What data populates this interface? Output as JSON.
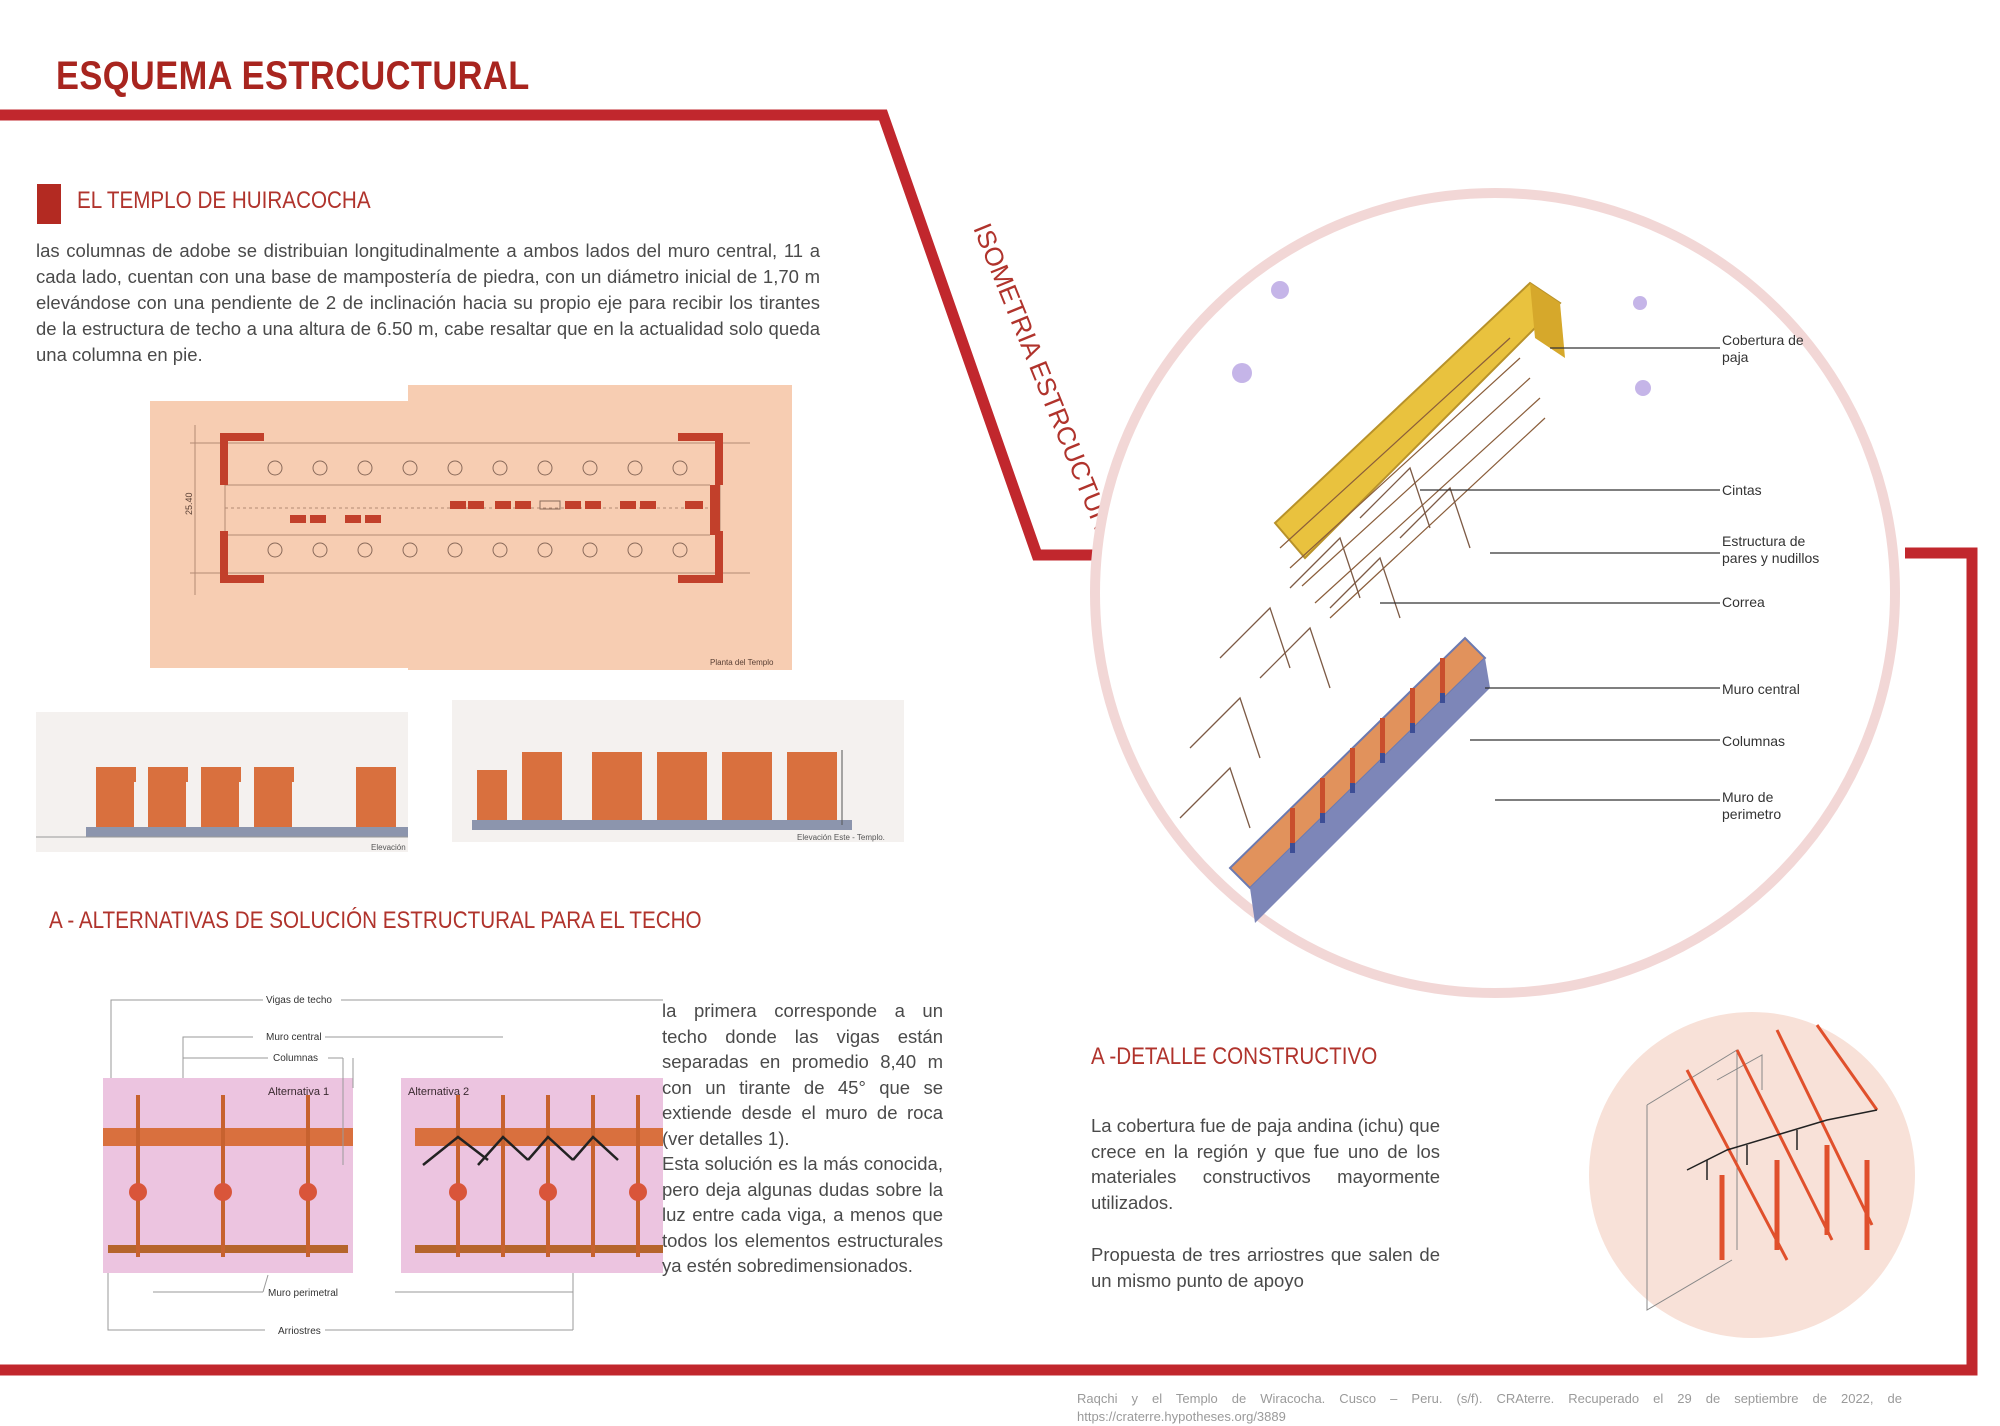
{
  "title": "ESQUEMA ESTRCUCTURAL",
  "colors": {
    "accent": "#c1272d",
    "circle_ring": "#f2d7d6",
    "text": "#4a4a4a",
    "heading": "#b0332c"
  },
  "isometry": {
    "vertical_label": "ISOMETRIA ESTRCUCTURAL",
    "labels": [
      "Cobertura de paja",
      "Cintas",
      "Estructura de pares y nudillos",
      "Correa",
      "Muro central",
      "Columnas",
      "Muro de perimetro"
    ]
  },
  "templo": {
    "title": "EL TEMPLO DE HUIRACOCHA",
    "text": "las columnas de adobe se distribuian longitudinalmente a ambos lados del muro central, 11 a cada lado, cuentan con una base de mampostería de piedra, con un diámetro inicial de 1,70 m elevándose con una pendiente de 2  de inclinación hacia su propio eje para recibir los tirantes de la estructura de techo a una altura de 6.50 m, cabe resaltar que en la actualidad solo queda una columna en pie.",
    "plan_caption": "Planta del Templo",
    "plan_dimension": "25.40",
    "elev_west_caption": "Elevación Oeste - Templo.",
    "elev_east_caption": "Elevación Este - Templo."
  },
  "alternativas": {
    "title": "A - ALTERNATIVAS DE SOLUCIÓN ESTRUCTURAL PARA EL TECHO",
    "diagram_labels": {
      "vigas": "Vigas de techo",
      "muro_central": "Muro central",
      "columnas": "Columnas",
      "alt1": "Alternativa 1",
      "alt2": "Alternativa 2",
      "muro_perimetral": "Muro perimetral",
      "arriostres": "Arriostres"
    },
    "p1": "la primera corresponde a un techo donde las vigas están separadas en promedio 8,40 m con un tirante de 45° que se extiende desde el muro de roca (ver detalles 1).",
    "p2": "Esta solución es la más conocida, pero deja algunas dudas sobre la luz entre cada viga, a menos que todos los elementos estructurales ya estén sobredimensionados."
  },
  "detalle": {
    "title": "A -DETALLE CONSTRUCTIVO",
    "p1": "La cobertura fue de paja andina (ichu) que crece en la región y que fue uno de los materiales constructivos mayormente utilizados.",
    "p2": "Propuesta de tres arriostres que salen de un mismo punto de apoyo"
  },
  "citation": {
    "line1": "Raqchi y el Templo de Wiracocha. Cusco – Peru. (s/f). CRAterre. Recuperado el 29 de septiembre de 2022, de",
    "line2": "https://craterre.hypotheses.org/3889"
  }
}
